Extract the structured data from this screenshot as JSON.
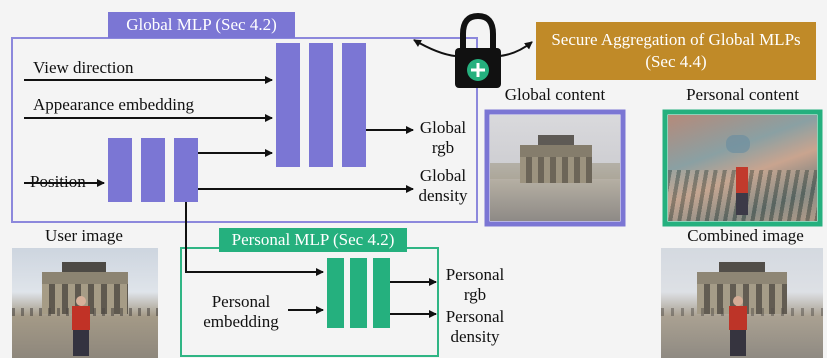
{
  "global_mlp": {
    "title": "Global MLP (Sec 4.2)",
    "color": "#7b76d4"
  },
  "personal_mlp": {
    "title": "Personal MLP (Sec 4.2)",
    "color": "#25b07e"
  },
  "inputs": {
    "view_direction": "View direction",
    "appearance_embedding": "Appearance embedding",
    "position": "Position",
    "personal_embedding": [
      "Personal",
      "embedding"
    ]
  },
  "outputs": {
    "global_rgb": [
      "Global",
      "rgb"
    ],
    "global_density": [
      "Global",
      "density"
    ],
    "personal_rgb": [
      "Personal",
      "rgb"
    ],
    "personal_density": [
      "Personal",
      "density"
    ]
  },
  "secure_aggregation": {
    "lines": [
      "Secure Aggregation of Global MLPs",
      "(Sec 4.4)"
    ],
    "color": "#c08a28",
    "icon": "padlock-plus-icon"
  },
  "images": {
    "global_content": "Global content",
    "personal_content": "Personal content",
    "user_image": "User image",
    "combined_image": "Combined image"
  }
}
